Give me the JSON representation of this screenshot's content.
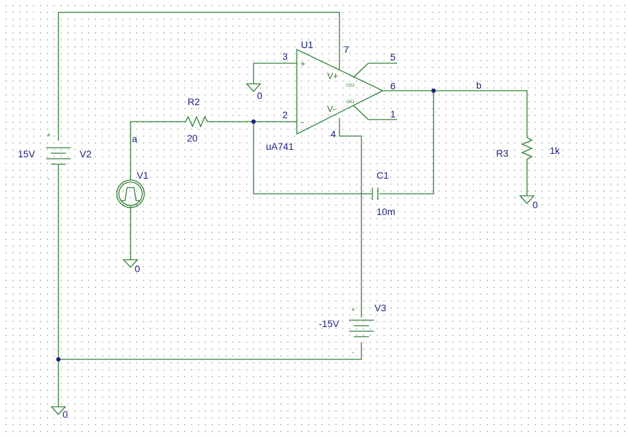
{
  "components": {
    "opamp": {
      "ref": "U1",
      "model": "uA741",
      "plus_label": "V+",
      "minus_label": "V-",
      "os1": "OS1",
      "os2": "OS2",
      "in_plus_sign": "+",
      "in_minus_sign": "-"
    },
    "r2": {
      "ref": "R2",
      "value": "20"
    },
    "r3": {
      "ref": "R3",
      "value": "1k"
    },
    "c1": {
      "ref": "C1",
      "value": "10m"
    },
    "v1": {
      "ref": "V1"
    },
    "v2": {
      "ref": "V2",
      "value": "15V",
      "plus": "+",
      "minus": "-"
    },
    "v3": {
      "ref": "V3",
      "value": "-15V",
      "plus": "+",
      "minus": "-"
    }
  },
  "pins": {
    "p1": "1",
    "p2": "2",
    "p3": "3",
    "p4": "4",
    "p5": "5",
    "p6": "6",
    "p7": "7"
  },
  "nets": {
    "a": "a",
    "b": "b"
  },
  "grounds": {
    "label": "0"
  },
  "colors": {
    "wire": "#2e7d32",
    "text": "#1a237e",
    "junction": "#1a237e",
    "grid": "#9a9a9a",
    "background": "#ffffff"
  }
}
